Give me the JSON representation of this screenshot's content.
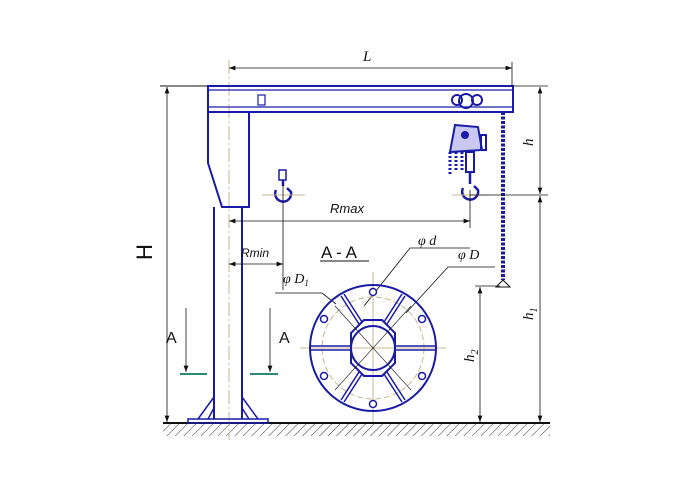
{
  "drawing": {
    "colors": {
      "structure": "#1a1aa8",
      "dimension": "#111111",
      "centerline": "#c8b890",
      "section_mark": "#2a8a7a"
    },
    "labels": {
      "L": "L",
      "H": "H",
      "h": "h",
      "h1_base": "h",
      "h1_sub": "1",
      "h2_base": "h",
      "h2_sub": "2",
      "Rmax": "Rmax",
      "Rmin": "Rmin",
      "section_title": "A - A",
      "section_left": "A",
      "section_right": "A",
      "phi_d": "φ d",
      "phi_D": "φ D",
      "phi_D1_base": "φ D",
      "phi_D1_sub": "1"
    }
  }
}
